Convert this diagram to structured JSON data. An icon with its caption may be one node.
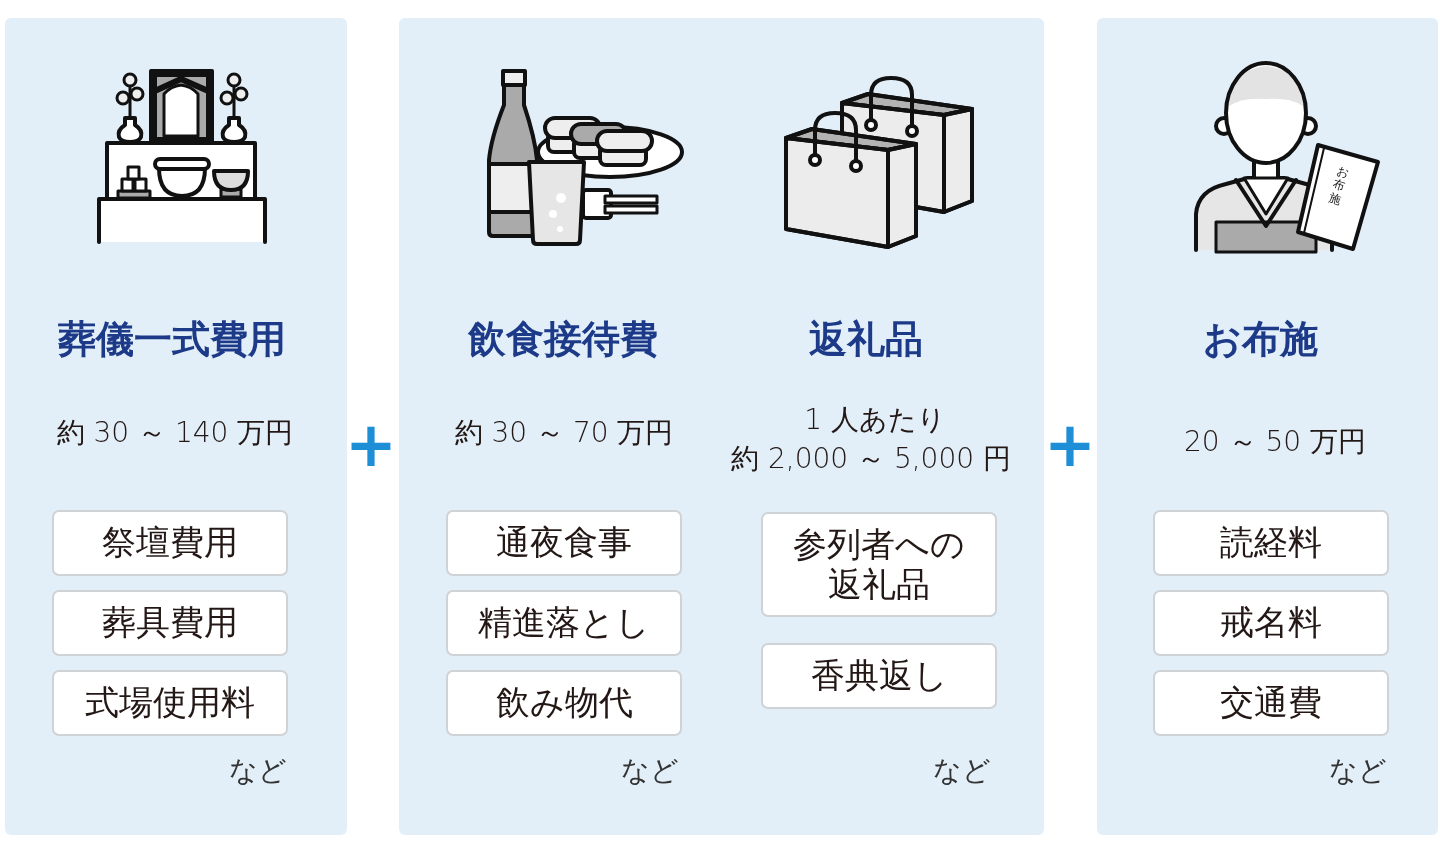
{
  "diagram": {
    "nodes": [
      {
        "text": [
          "葬儀一式費用",
          "約 30 ～ 140 万円",
          "など"
        ]
      },
      {
        "text": [
          "祭壇費用"
        ],
        "in": 0
      },
      {
        "text": [
          "葬具費用"
        ],
        "in": 0
      },
      {
        "text": [
          "式場使用料"
        ],
        "in": 0
      },
      {
        "text": [
          "飲食接待費",
          "約 30 ～ 70 万円",
          "など",
          "返礼品",
          "1 人あたり",
          "約 2,000 ～ 5,000 円",
          "など"
        ]
      },
      {
        "text": [
          "通夜食事"
        ],
        "in": 4
      },
      {
        "text": [
          "精進落とし"
        ],
        "in": 4
      },
      {
        "text": [
          "飲み物代"
        ],
        "in": 4
      },
      {
        "text": [
          "参列者への返礼品"
        ],
        "in": 4
      },
      {
        "text": [
          "香典返し"
        ],
        "in": 4
      },
      {
        "text": [
          "お布施",
          "20 ～ 50 万円",
          "など"
        ]
      },
      {
        "text": [
          "読経料"
        ],
        "in": 10
      },
      {
        "text": [
          "戒名料"
        ],
        "in": 10
      },
      {
        "text": [
          "交通費"
        ],
        "in": 10
      }
    ],
    "labels": [
      "+",
      "+",
      "お布施"
    ]
  }
}
